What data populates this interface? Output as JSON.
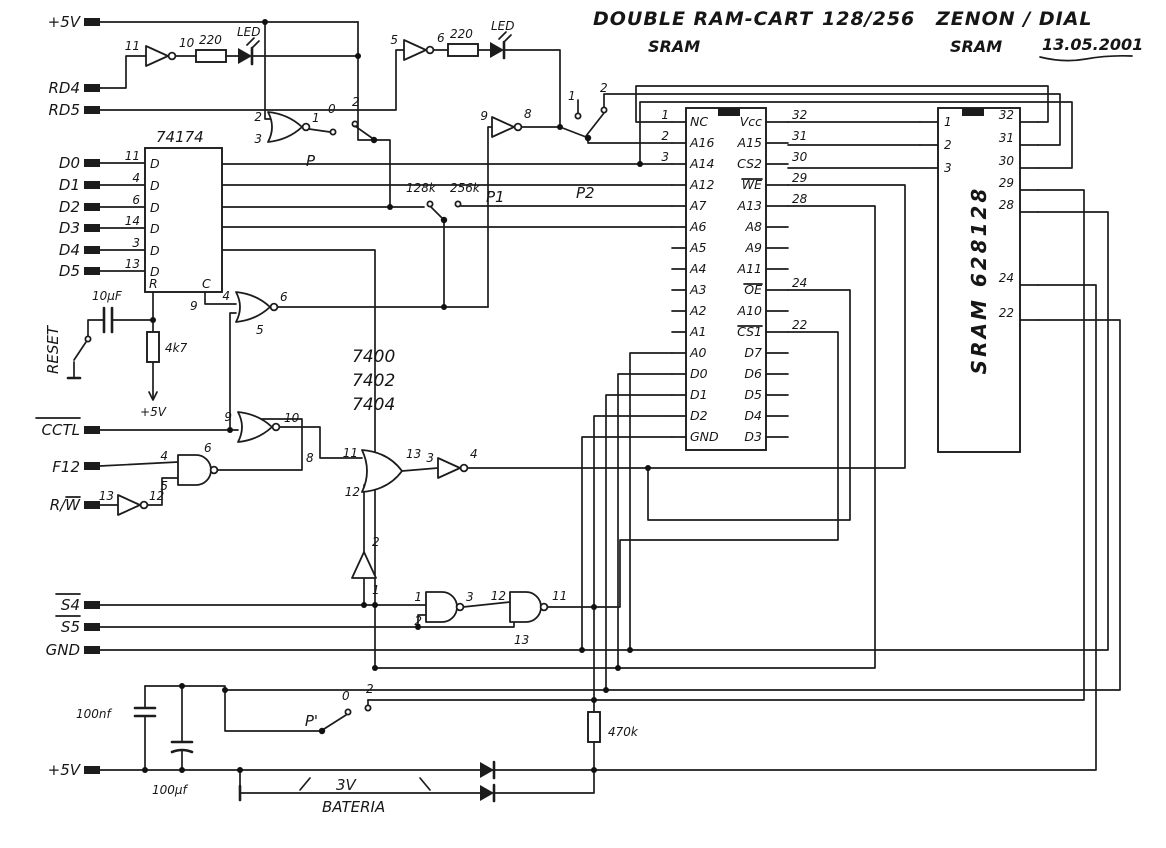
{
  "meta": {
    "title_main": "DOUBLE RAM-CART",
    "title_size": "128/256",
    "title_sub": "SRAM",
    "author": "ZENON / DIAL",
    "author_sub": "SRAM",
    "date": "13.05.2001"
  },
  "signals": {
    "p5v_top": "+5V",
    "rd4": "RD4",
    "rd5": "RD5",
    "d": [
      "D0",
      "D1",
      "D2",
      "D3",
      "D4",
      "D5"
    ],
    "reset": "RESET",
    "cctl": "CCTL",
    "f12": "F12",
    "rw": "R/W",
    "s4": "S4",
    "s5": "S5",
    "gnd": "GND",
    "p5v_bottom": "+5V"
  },
  "ic74174": {
    "name": "74174",
    "d_label": "D",
    "r_label": "R",
    "c_label": "C",
    "clk_pin": "9",
    "in_pins": [
      "11",
      "4",
      "6",
      "14",
      "3",
      "13"
    ]
  },
  "parts": {
    "r220a": "220",
    "led_a": "LED",
    "r220b": "220",
    "led_b": "LED",
    "c10uf": "10µF",
    "r4k7": "4k7",
    "p5v_mid": "+5V",
    "series1": "7400",
    "series2": "7402",
    "series3": "7404",
    "c100nf": "100nf",
    "c100uf": "100µf",
    "r470k": "470k",
    "bat_v": "3V",
    "bat_name": "BATERIA"
  },
  "switches": {
    "p": {
      "name": "P",
      "pos0": "0",
      "pos2": "2"
    },
    "p1": {
      "name": "P1",
      "a": "128k",
      "b": "256k"
    },
    "p2": {
      "name": "P2",
      "pos1": "1",
      "pos2": "2"
    },
    "pp": {
      "name": "P'",
      "pos0": "0",
      "pos2": "2"
    }
  },
  "gatepins": {
    "inv1_in": "11",
    "inv1_out": "10",
    "inv2_in": "5",
    "inv2_out": "6",
    "norP_in1": "2",
    "norP_in2": "3",
    "norP_out": "1",
    "inv3_in": "9",
    "inv3_out": "8",
    "g_rc_in": "4",
    "g_rc_in2": "5",
    "g_rc_out": "6",
    "g_cctl_in": "9",
    "g_cctl_out": "10",
    "g_cctl_in2": "8",
    "g_f12_in": "4",
    "g_f12_in2": "5",
    "g_f12_out": "6",
    "inv4_in": "13",
    "inv4_out": "12",
    "or1_in1": "11",
    "or1_in2": "12",
    "or1_out": "13",
    "inv5_in": "3",
    "inv5_out": "4",
    "buf_top": "2",
    "buf_bot": "1",
    "nand1_in1": "1",
    "nand1_in2": "2",
    "nand1_out": "3",
    "nand2_in1": "12",
    "nand2_in2": "13",
    "nand2_out": "11"
  },
  "ram": {
    "rows": [
      {
        "l": "NC",
        "r": "Vcc",
        "ln": "1",
        "rn": "32"
      },
      {
        "l": "A16",
        "r": "A15",
        "ln": "2",
        "rn": "31"
      },
      {
        "l": "A14",
        "r": "CS2",
        "ln": "3",
        "rn": "30"
      },
      {
        "l": "A12",
        "r": "WE",
        "rn": "29"
      },
      {
        "l": "A7",
        "r": "A13",
        "rn": "28"
      },
      {
        "l": "A6",
        "r": "A8"
      },
      {
        "l": "A5",
        "r": "A9"
      },
      {
        "l": "A4",
        "r": "A11"
      },
      {
        "l": "A3",
        "r": "OE",
        "rn": "24"
      },
      {
        "l": "A2",
        "r": "A10"
      },
      {
        "l": "A1",
        "r": "CS1",
        "rn": "22"
      },
      {
        "l": "A0",
        "r": "D7"
      },
      {
        "l": "D0",
        "r": "D6"
      },
      {
        "l": "D1",
        "r": "D5"
      },
      {
        "l": "D2",
        "r": "D4"
      },
      {
        "l": "GND",
        "r": "D3"
      }
    ]
  },
  "sram": {
    "label": "SRAM 628128",
    "lnums": [
      "1",
      "2",
      "3"
    ],
    "rnums": [
      "32",
      "31",
      "30",
      "29",
      "28",
      "24",
      "22"
    ]
  }
}
